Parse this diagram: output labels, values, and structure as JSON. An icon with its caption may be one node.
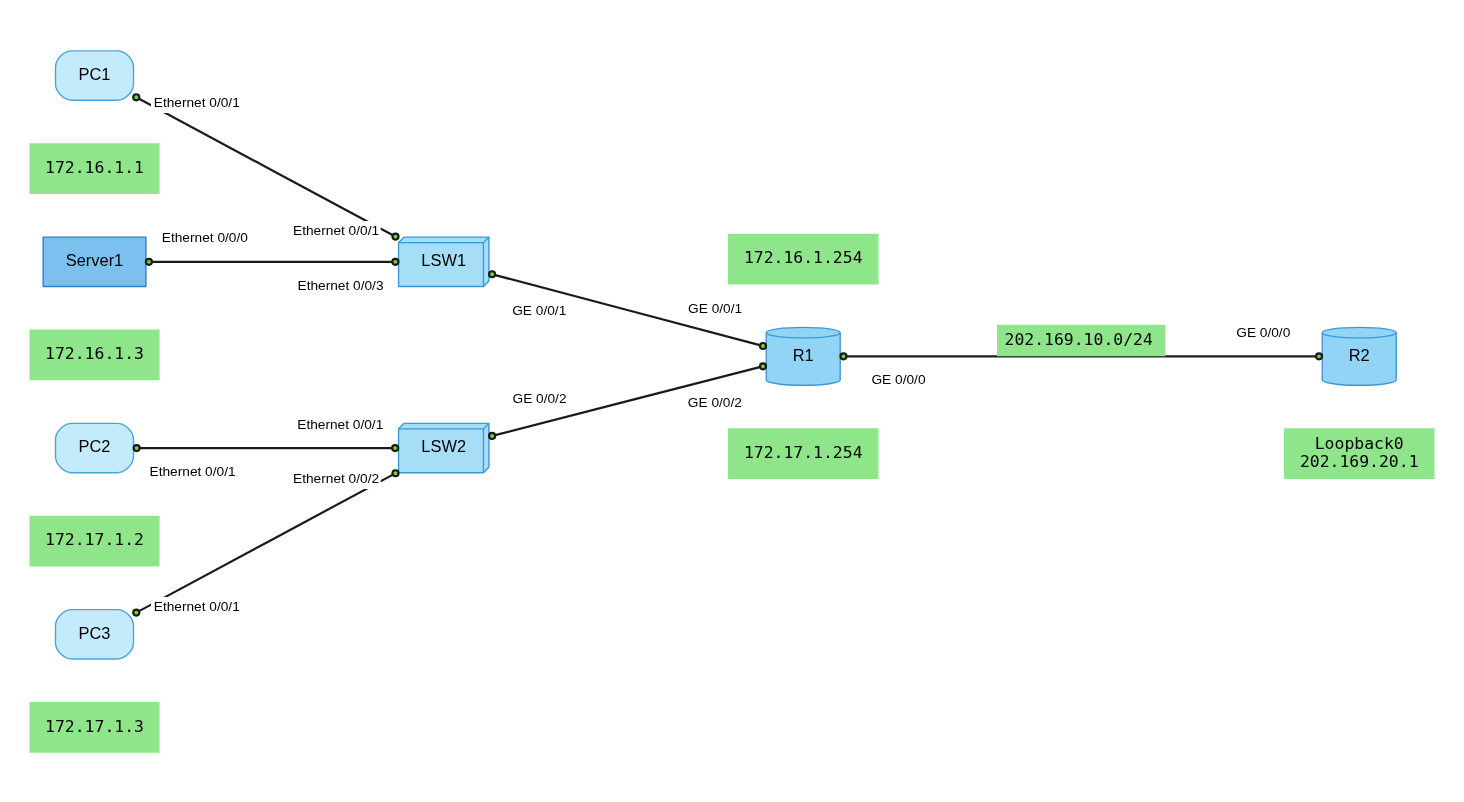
{
  "diagram": {
    "nodes": [
      {
        "text": [
          "PC1"
        ],
        "beside": [
          "Ethernet 0/0/1"
        ]
      },
      {
        "text": [
          "172.16.1.1"
        ]
      },
      {
        "text": [
          "Server1"
        ],
        "beside": [
          "Ethernet 0/0/0"
        ]
      },
      {
        "text": [
          "172.16.1.3"
        ]
      },
      {
        "text": [
          "LSW1"
        ],
        "beside": [
          "Ethernet 0/0/1",
          "Ethernet 0/0/3",
          "GE 0/0/1"
        ]
      },
      {
        "text": [
          "172.16.1.254"
        ]
      },
      {
        "text": [
          "R1"
        ],
        "beside": [
          "GE 0/0/1",
          "GE 0/0/0",
          "GE 0/0/2"
        ]
      },
      {
        "text": [
          "172.17.1.254"
        ]
      },
      {
        "text": [
          "R2"
        ],
        "beside": [
          "GE 0/0/0"
        ]
      },
      {
        "text": [
          "Loopback0",
          "202.169.20.1"
        ]
      },
      {
        "text": [
          "PC2"
        ],
        "beside": [
          "Ethernet 0/0/1"
        ]
      },
      {
        "text": [
          "172.17.1.2"
        ]
      },
      {
        "text": [
          "PC3"
        ],
        "beside": [
          "Ethernet 0/0/1"
        ]
      },
      {
        "text": [
          "172.17.1.3"
        ]
      },
      {
        "text": [
          "LSW2"
        ],
        "beside": [
          "GE 0/0/2",
          "Ethernet 0/0/1",
          "Ethernet 0/0/2"
        ]
      }
    ],
    "edges": [
      {
        "from": 0,
        "to": 4,
        "arrow": "other"
      },
      {
        "from": 2,
        "to": 4,
        "arrow": "other"
      },
      {
        "from": 4,
        "to": 6,
        "arrow": "other"
      },
      {
        "from": 6,
        "to": 8,
        "arrow": "other",
        "label": "202.169.10.0/24"
      },
      {
        "from": 14,
        "to": 6,
        "arrow": "other"
      },
      {
        "from": 10,
        "to": 14,
        "arrow": "other"
      },
      {
        "from": 12,
        "to": 14,
        "arrow": "other"
      }
    ]
  }
}
